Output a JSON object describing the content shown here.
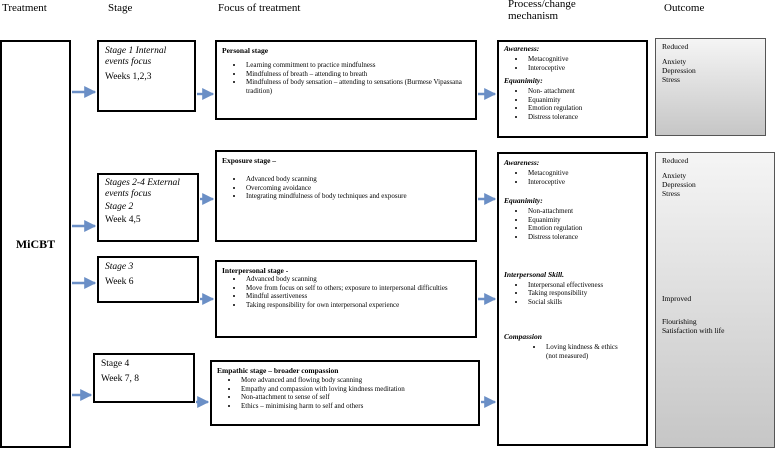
{
  "headers": {
    "treatment": "Treatment",
    "stage": "Stage",
    "focus": "Focus of treatment",
    "process": "Process/change mechanism",
    "outcome": "Outcome"
  },
  "treatment": {
    "label": "MiCBT"
  },
  "stages": [
    {
      "title": "Stage 1 Internal events focus",
      "weeks": "Weeks 1,2,3"
    },
    {
      "title": "Stages 2-4 External events focus",
      "subtitle": "Stage 2",
      "weeks": "Week 4,5"
    },
    {
      "title": "Stage 3",
      "weeks": "Week 6"
    },
    {
      "title": "Stage 4",
      "weeks": "Week 7, 8"
    }
  ],
  "focus": [
    {
      "title": "Personal stage",
      "items": [
        "Learning commitment to practice mindfulness",
        "Mindfulness of breath – attending to breath",
        "Mindfulness of body sensation – attending to sensations (Burmese Vipassana tradition)"
      ]
    },
    {
      "title": "Exposure stage –",
      "items": [
        "Advanced body scanning",
        "Overcoming avoidance",
        "Integrating mindfulness of body techniques and exposure"
      ]
    },
    {
      "title": "Interpersonal stage -",
      "items": [
        "Advanced body scanning",
        "Move from focus on self to others; exposure to interpersonal difficulties",
        "Mindful assertiveness",
        "Taking responsibility for own interpersonal experience"
      ]
    },
    {
      "title": "Empathic stage – broader compassion",
      "items": [
        "More advanced and flowing body scanning",
        "Empathy and compassion with loving kindness meditation",
        "Non-attachment to sense of self",
        "Ethics – minimising harm to self and others"
      ]
    }
  ],
  "mechanism_top": {
    "awareness": {
      "title": "Awareness:",
      "items": [
        "Metacognitive",
        "Interoceptive"
      ]
    },
    "equanimity": {
      "title": "Equanimity:",
      "items": [
        "Non- attachment",
        "Equanimity",
        "Emotion regulation",
        "Distress tolerance"
      ]
    }
  },
  "mechanism_bottom": {
    "awareness": {
      "title": "Awareness:",
      "items": [
        "Metacognitive",
        "Interoceptive"
      ]
    },
    "equanimity": {
      "title": "Equanimity:",
      "items": [
        "Non-attachment",
        "Equanimity",
        "Emotion regulation",
        "Distress tolerance"
      ]
    },
    "interpersonal": {
      "title": "Interpersonal Skill.",
      "items": [
        "Interpersonal effectiveness",
        "Taking responsibility",
        "Social skills"
      ]
    },
    "compassion": {
      "title": "Compassion",
      "items": [
        "Loving kindness & ethics (not measured)"
      ]
    }
  },
  "outcome_top": {
    "reduced": "Reduced",
    "items": [
      "Anxiety",
      "Depression",
      "Stress"
    ]
  },
  "outcome_bottom": {
    "reduced": "Reduced",
    "items": [
      "Anxiety",
      "Depression",
      "Stress"
    ],
    "improved": "Improved",
    "improved_items": [
      "Flourishing",
      "Satisfaction with life"
    ]
  },
  "colors": {
    "arrow": "#6b8fc6",
    "border": "#000000"
  }
}
